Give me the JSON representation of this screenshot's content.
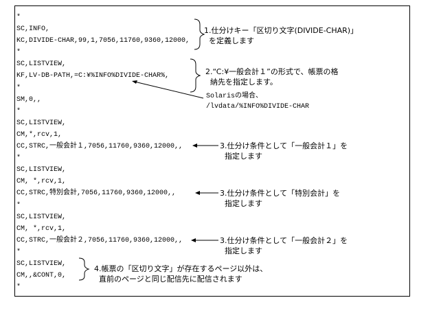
{
  "code_lines": [
    "*",
    "SC,INFO,",
    "KC,DIVIDE-CHAR,99,1,7056,11760,9360,12000,",
    "*",
    "SC,LISTVIEW,",
    "KF,LV-DB-PATH,=C:¥%INFO%DIVIDE-CHAR%,",
    "*",
    "SM,0,,",
    "*",
    "SC,LISTVIEW,",
    "CM,*,rcv,1,",
    "CC,STRC,一般会計１,7056,11760,9360,12000,,",
    "*",
    "SC,LISTVIEW,",
    "CM, *,rcv,1,",
    "CC,STRC,特別会計,7056,11760,9360,12000,,",
    "*",
    "SC,LISTVIEW,",
    "CM, *,rcv,1,",
    "CC,STRC,一般会計２,7056,11760,9360,12000,,",
    "*",
    "SC,LISTVIEW,",
    "CM,,&CONT,0,",
    "*"
  ],
  "notes": {
    "n1": [
      "1.仕分けキー「区切り文字(DIVIDE-CHAR)」",
      "  を定義します"
    ],
    "n2": [
      "2.“C:¥一般会計１”の形式で、帳票の格",
      "  納先を指定します。"
    ],
    "solaris": [
      "Solarisの場合、",
      "/lvdata/%INFO%DIVIDE-CHAR"
    ],
    "n3a": [
      "3.仕分け条件として「一般会計１」を",
      "  指定します"
    ],
    "n3b": [
      "3.仕分け条件として「特別会計」を",
      "  指定します"
    ],
    "n3c": [
      "3.仕分け条件として「一般会計２」を",
      "  指定します"
    ],
    "n4": [
      "4.帳票の「区切り文字」が存在するページ以外は、",
      "  直前のページと同じ配信先に配信されます"
    ]
  }
}
